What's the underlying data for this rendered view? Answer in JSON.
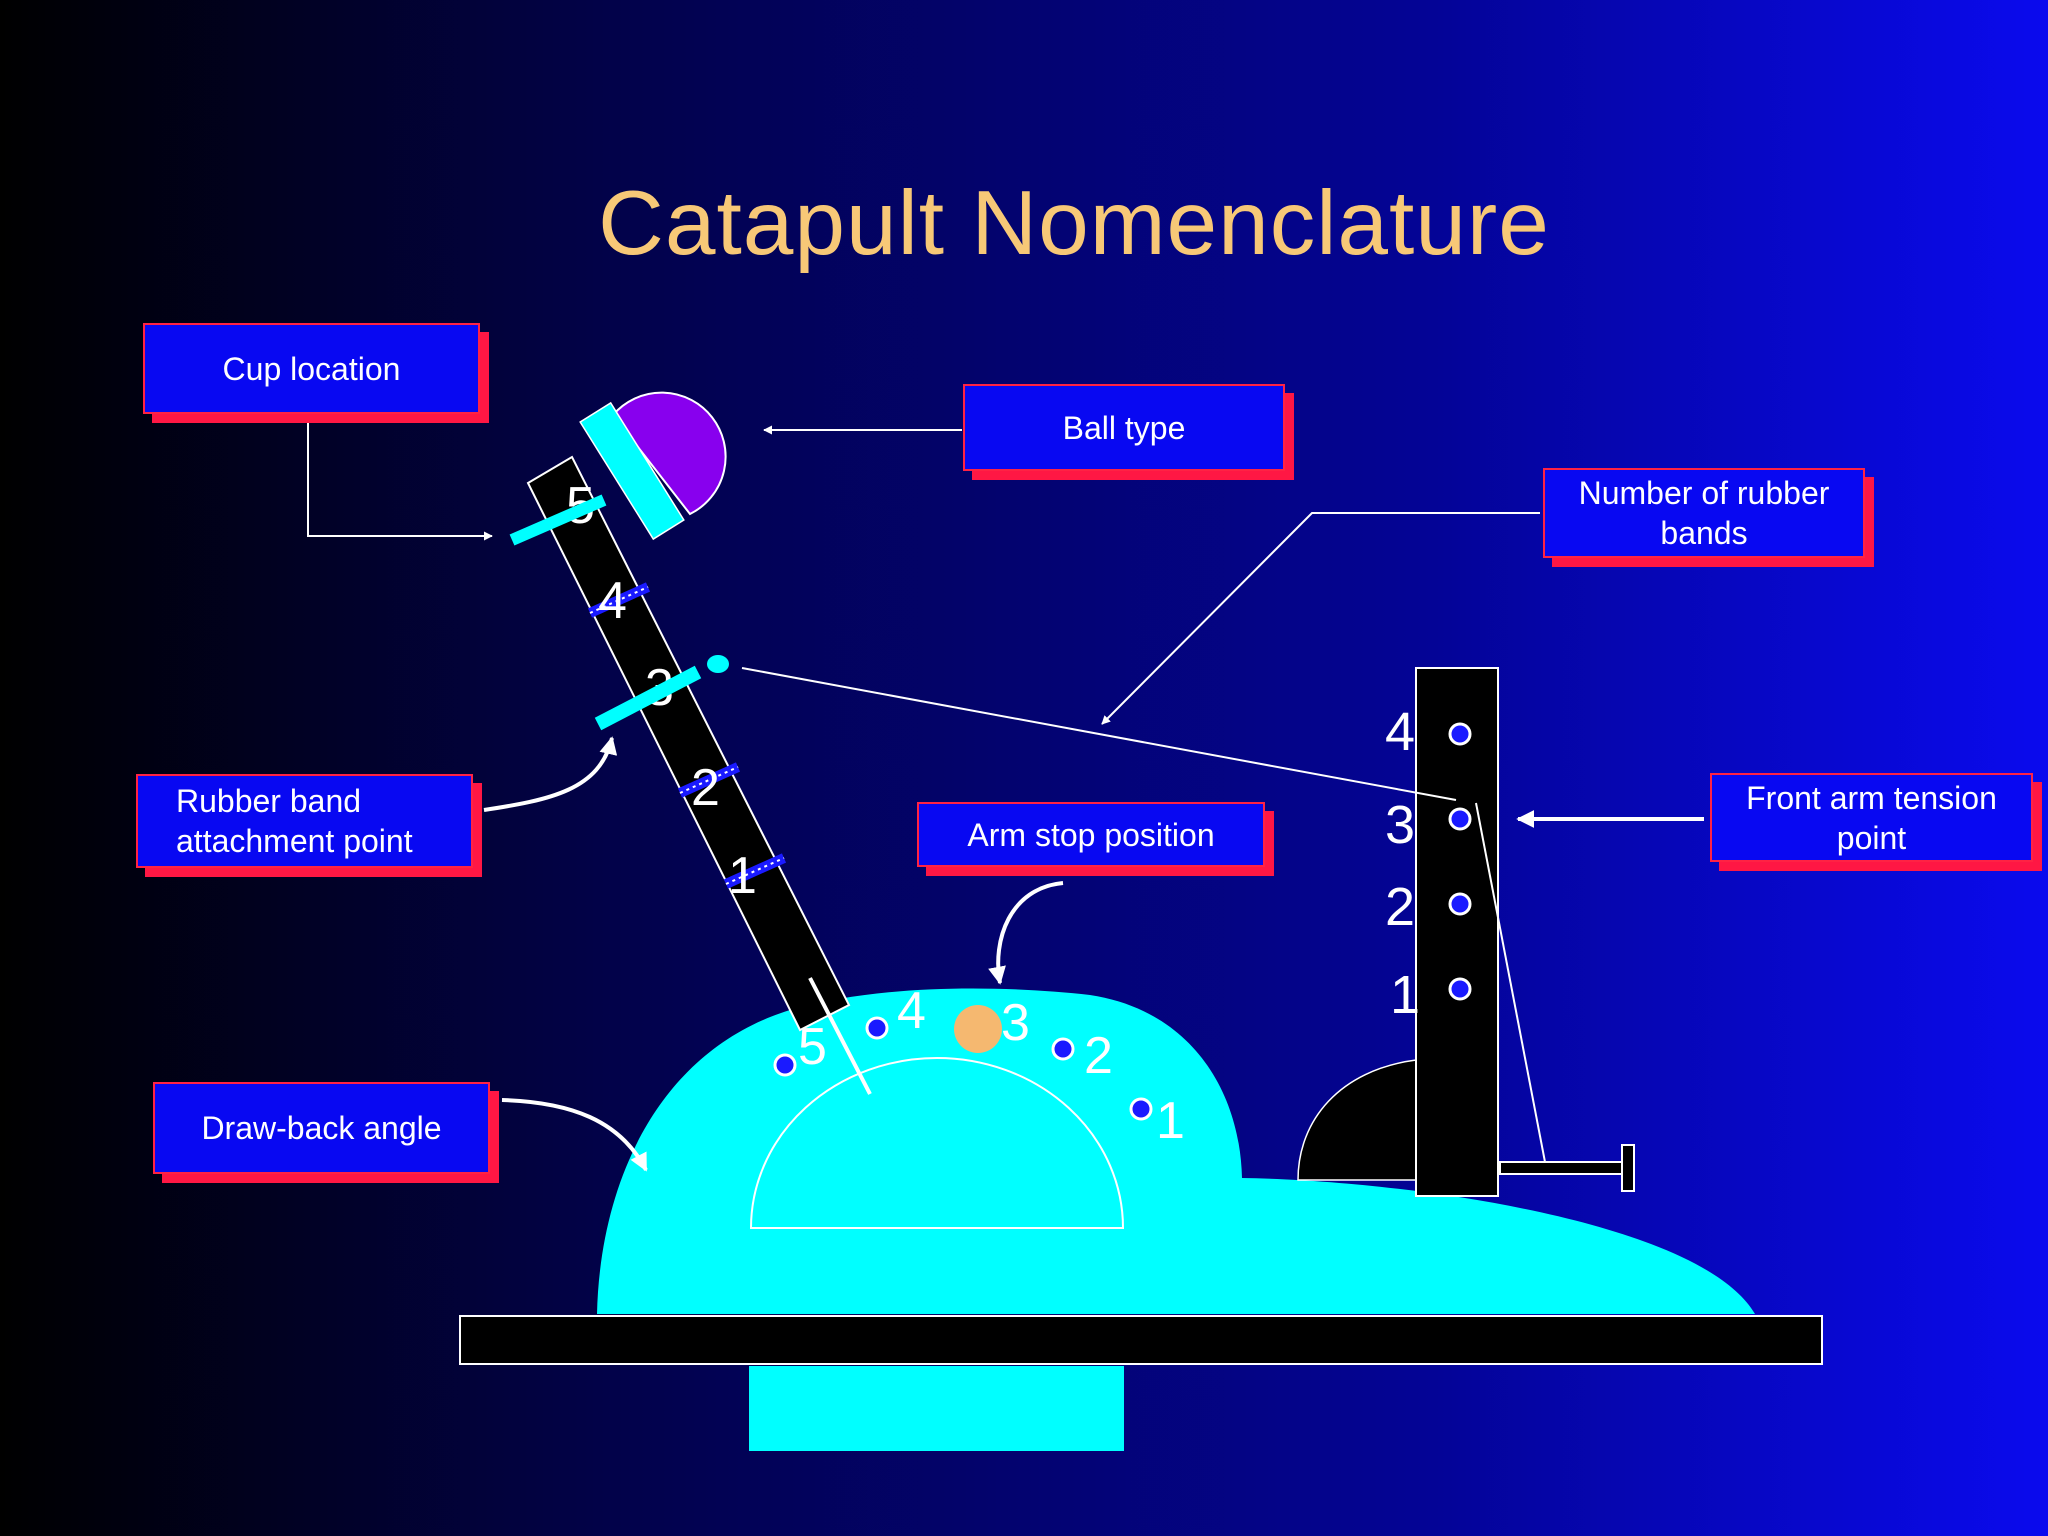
{
  "title": "Catapult Nomenclature",
  "labels": {
    "cup_location": "Cup location",
    "ball_type": "Ball type",
    "number_of_rubber_bands": "Number of rubber bands",
    "rubber_band_attachment_point": "Rubber band attachment point",
    "arm_stop_position": "Arm stop position",
    "front_arm_tension_point": "Front arm tension point",
    "draw_back_angle": "Draw-back angle"
  },
  "arm_marks": [
    "5",
    "4",
    "3",
    "2",
    "1"
  ],
  "stop_marks": [
    "5",
    "4",
    "3",
    "2",
    "1"
  ],
  "post_marks": [
    "4",
    "3",
    "2",
    "1"
  ],
  "colors": {
    "title": "#f7c877",
    "label_fill": "#0808f2",
    "label_shadow": "#ff1744",
    "base_body": "#00ffff",
    "ball": "#8800ee",
    "arm_stop_peg": "#f5b870",
    "frame": "#000000"
  }
}
